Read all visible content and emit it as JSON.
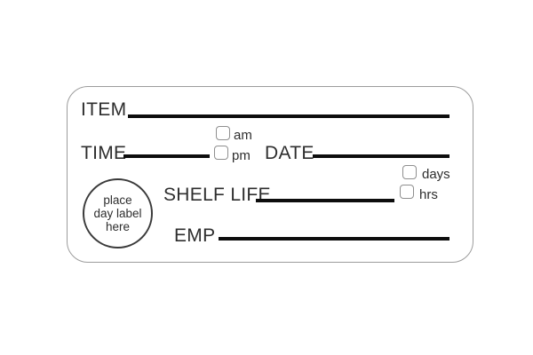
{
  "label": {
    "fields": {
      "item": "ITEM",
      "time": "TIME",
      "date": "DATE",
      "shelf_life": "SHELF LIFE",
      "emp": "EMP"
    },
    "checkboxes": {
      "am": "am",
      "pm": "pm",
      "days": "days",
      "hrs": "hrs"
    },
    "day_circle": {
      "line1": "place",
      "line2": "day label",
      "line3": "here"
    },
    "colors": {
      "ink": "#0d0d0d",
      "text": "#2e2e2e",
      "checkbox_border": "#8f8f8f",
      "sticker_border": "#9c9c9c",
      "background": "#ffffff"
    }
  }
}
